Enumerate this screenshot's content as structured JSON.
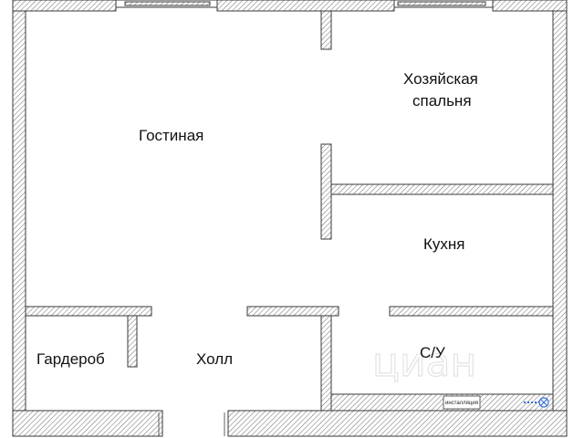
{
  "rooms": {
    "living": "Гостиная",
    "bedroom_line1": "Хозяйская",
    "bedroom_line2": "спальня",
    "kitchen": "Кухня",
    "bathroom": "С/У",
    "wardrobe": "Гардероб",
    "hall": "Холл"
  },
  "fixture_label": "инсталляция",
  "watermark": "циан",
  "colors": {
    "wall_fill": "#ffffff",
    "wall_hatch": "#6b6b6b",
    "outline": "#3a3a3a",
    "fixture_accent": "#3a6fd8"
  }
}
